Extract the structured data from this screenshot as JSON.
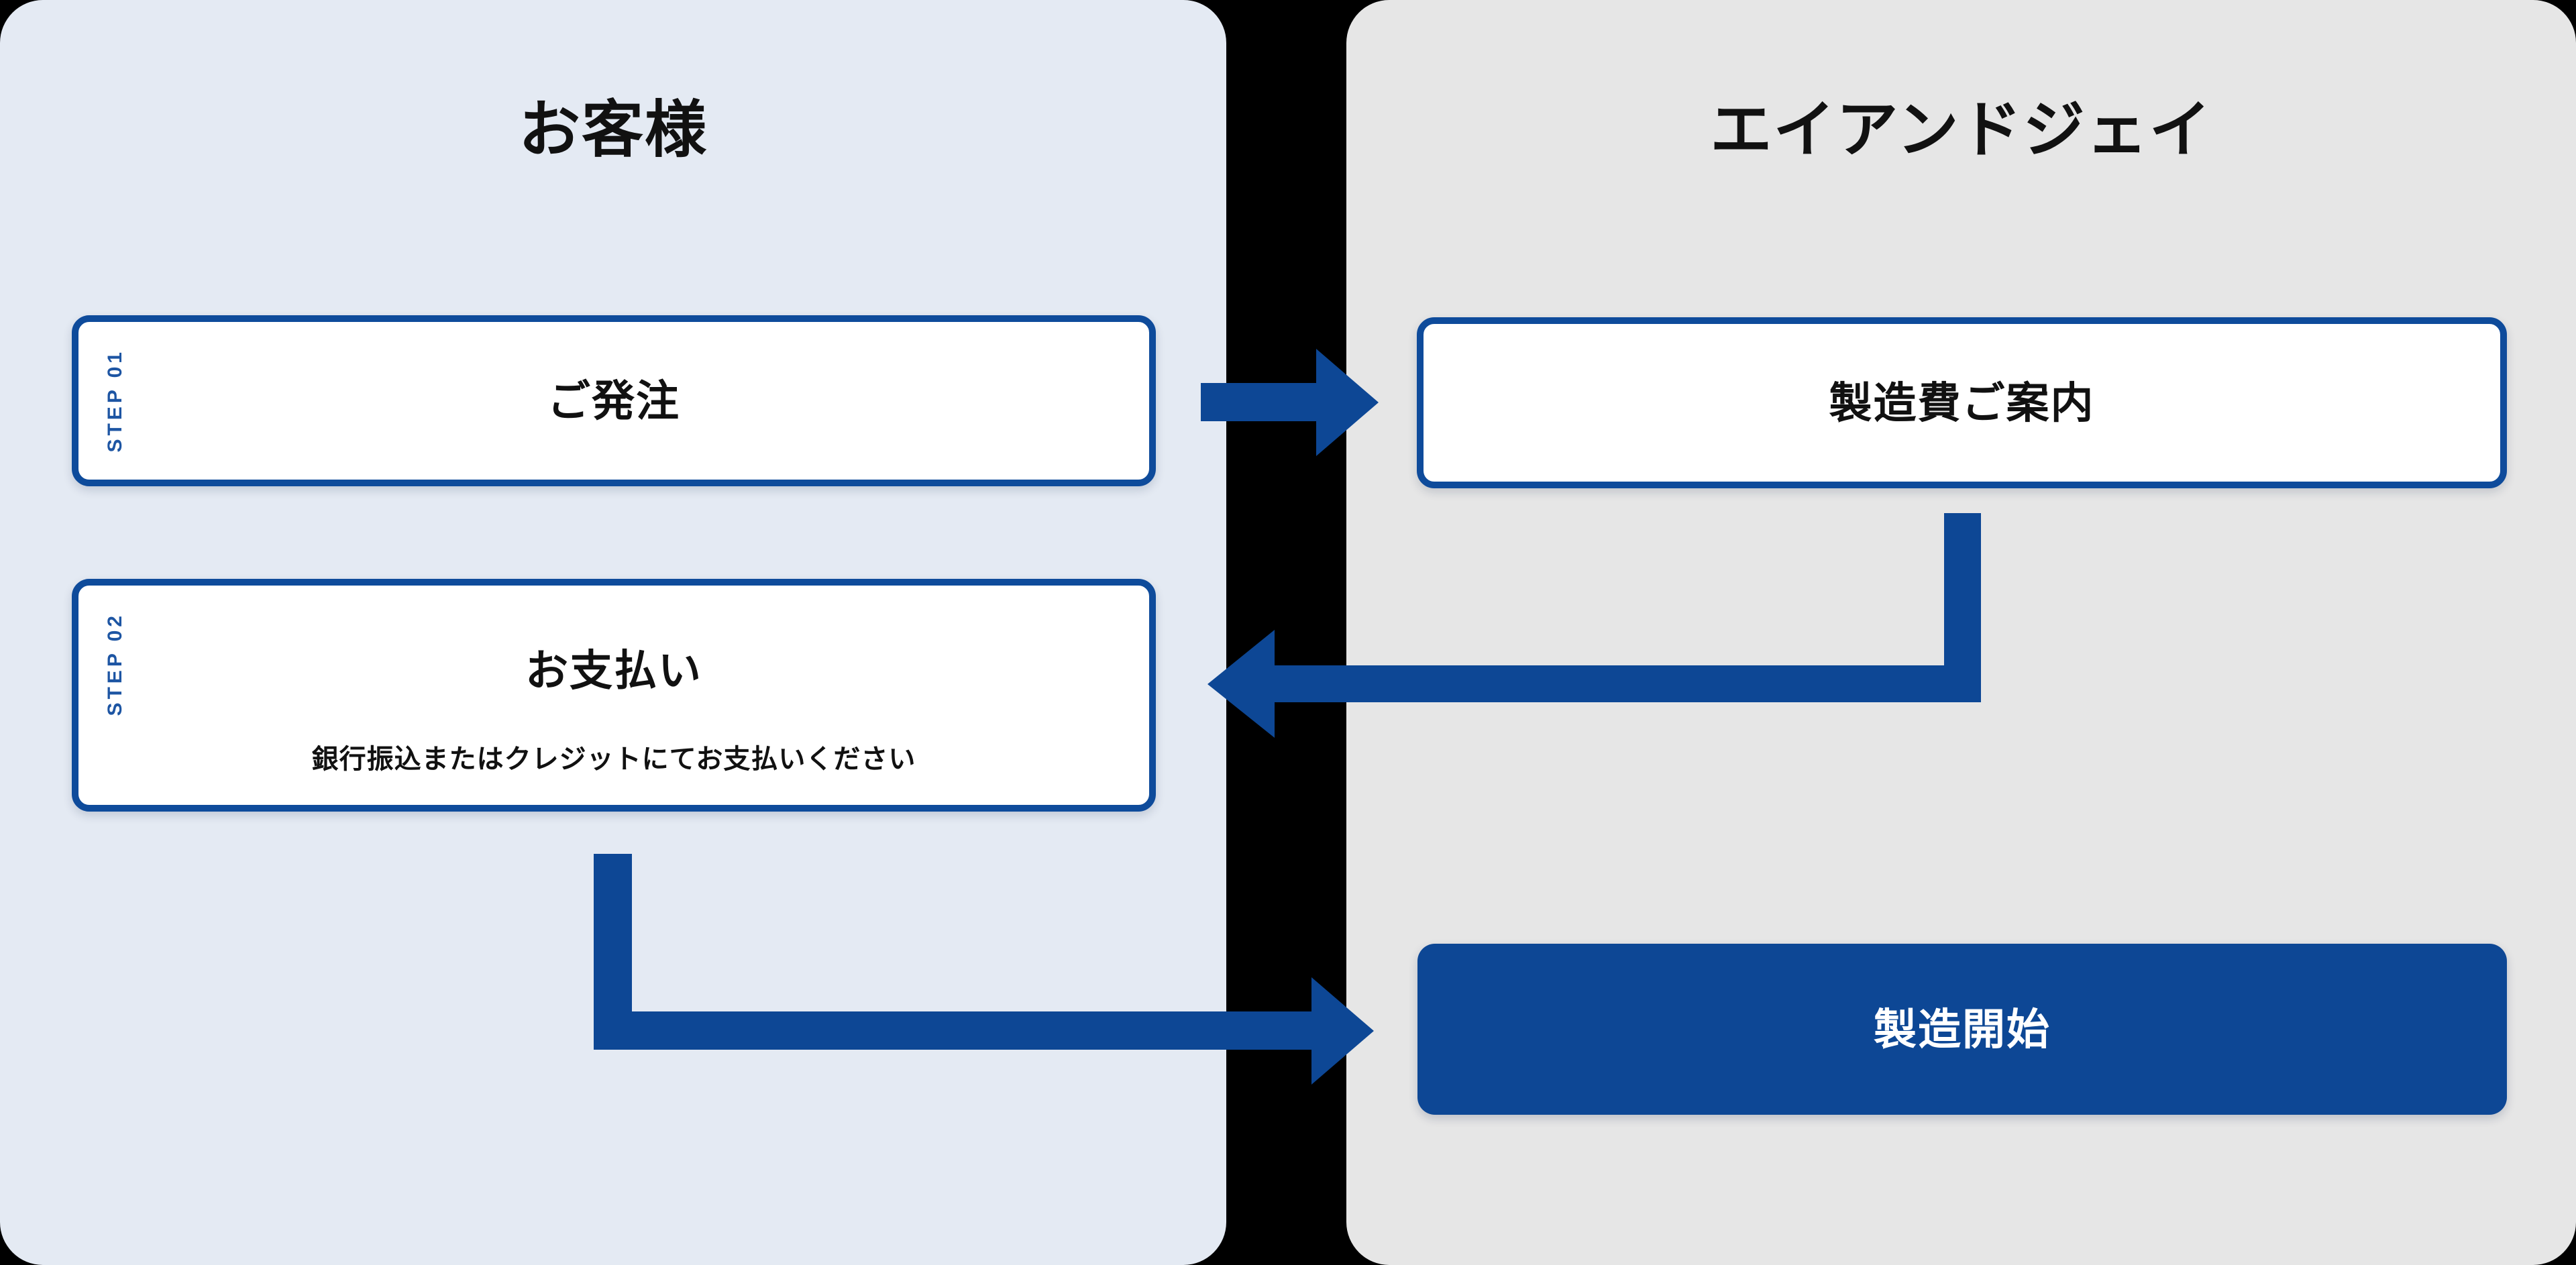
{
  "colors": {
    "accent_blue": "#0d4795",
    "border_blue": "#0e4b9b",
    "panel_customer_bg": "#e4eaf3",
    "panel_company_bg": "#e6e6e6",
    "canvas_bg": "#000000"
  },
  "panels": {
    "customer": {
      "title": "お客様"
    },
    "company": {
      "title": "エイアンドジェイ"
    }
  },
  "flow": {
    "step1": {
      "badge": "STEP 01",
      "label": "ご発注"
    },
    "quote": {
      "label": "製造費ご案内"
    },
    "step2": {
      "badge": "STEP 02",
      "label": "お支払い",
      "note": "銀行振込またはクレジットにてお支払いください"
    },
    "start": {
      "label": "製造開始"
    }
  }
}
